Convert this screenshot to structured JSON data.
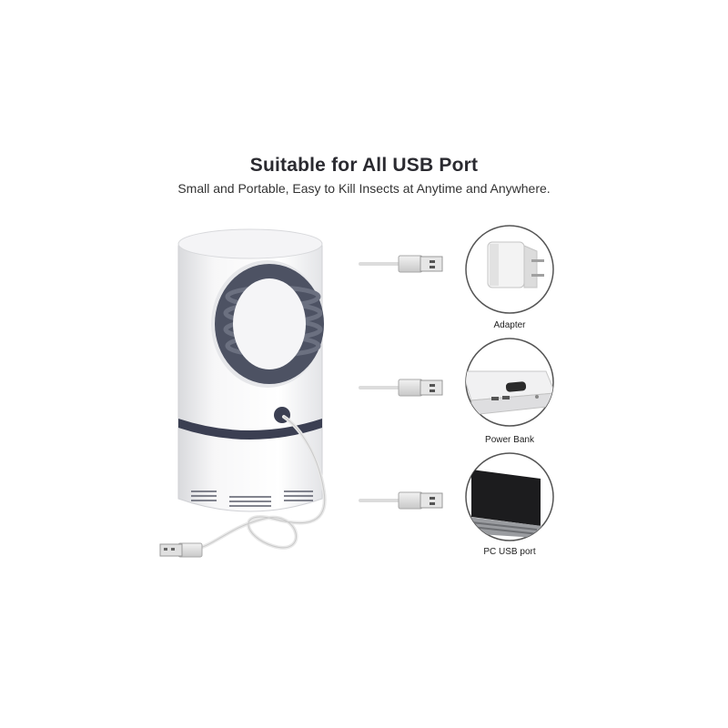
{
  "heading": {
    "title": "Suitable for All USB Port",
    "subtitle": "Small and Portable, Easy to Kill Insects at Anytime and Anywhere."
  },
  "devices": [
    {
      "label": "Adapter",
      "icon": "adapter-icon"
    },
    {
      "label": "Power Bank",
      "icon": "power-bank-icon"
    },
    {
      "label": "PC USB port",
      "icon": "laptop-icon"
    }
  ],
  "colors": {
    "accent_band": "#3b3f52",
    "circle_border": "#555555"
  }
}
